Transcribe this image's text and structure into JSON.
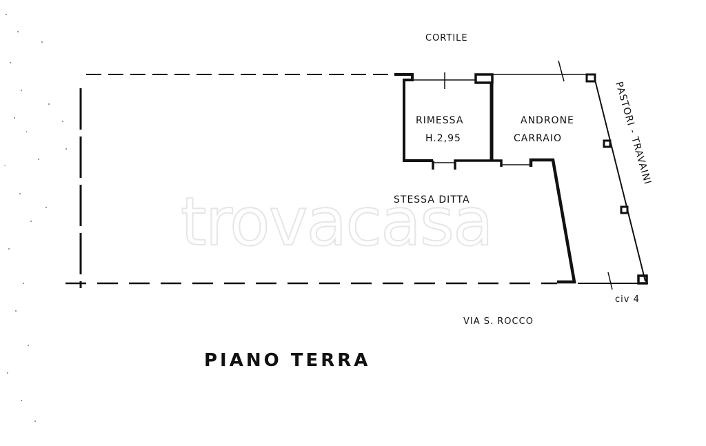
{
  "drawing": {
    "title": "PIANO TERRA",
    "watermark": "trovacasa"
  },
  "rooms": [
    {
      "id": "rimessa",
      "name": "RIMESSA",
      "height": "H.2,95"
    },
    {
      "id": "androne",
      "name": "ANDRONE",
      "name2": "CARRAIO"
    },
    {
      "id": "stessa-ditta",
      "name": "STESSA DITTA"
    }
  ],
  "surroundings": {
    "top": "CORTILE",
    "right": "PASTORI - TRAVAINI",
    "bottom": "VIA S. ROCCO",
    "civic_number": "civ 4"
  },
  "colors": {
    "ink": "#111111",
    "background": "#ffffff",
    "watermark": "#e6e6e6"
  }
}
